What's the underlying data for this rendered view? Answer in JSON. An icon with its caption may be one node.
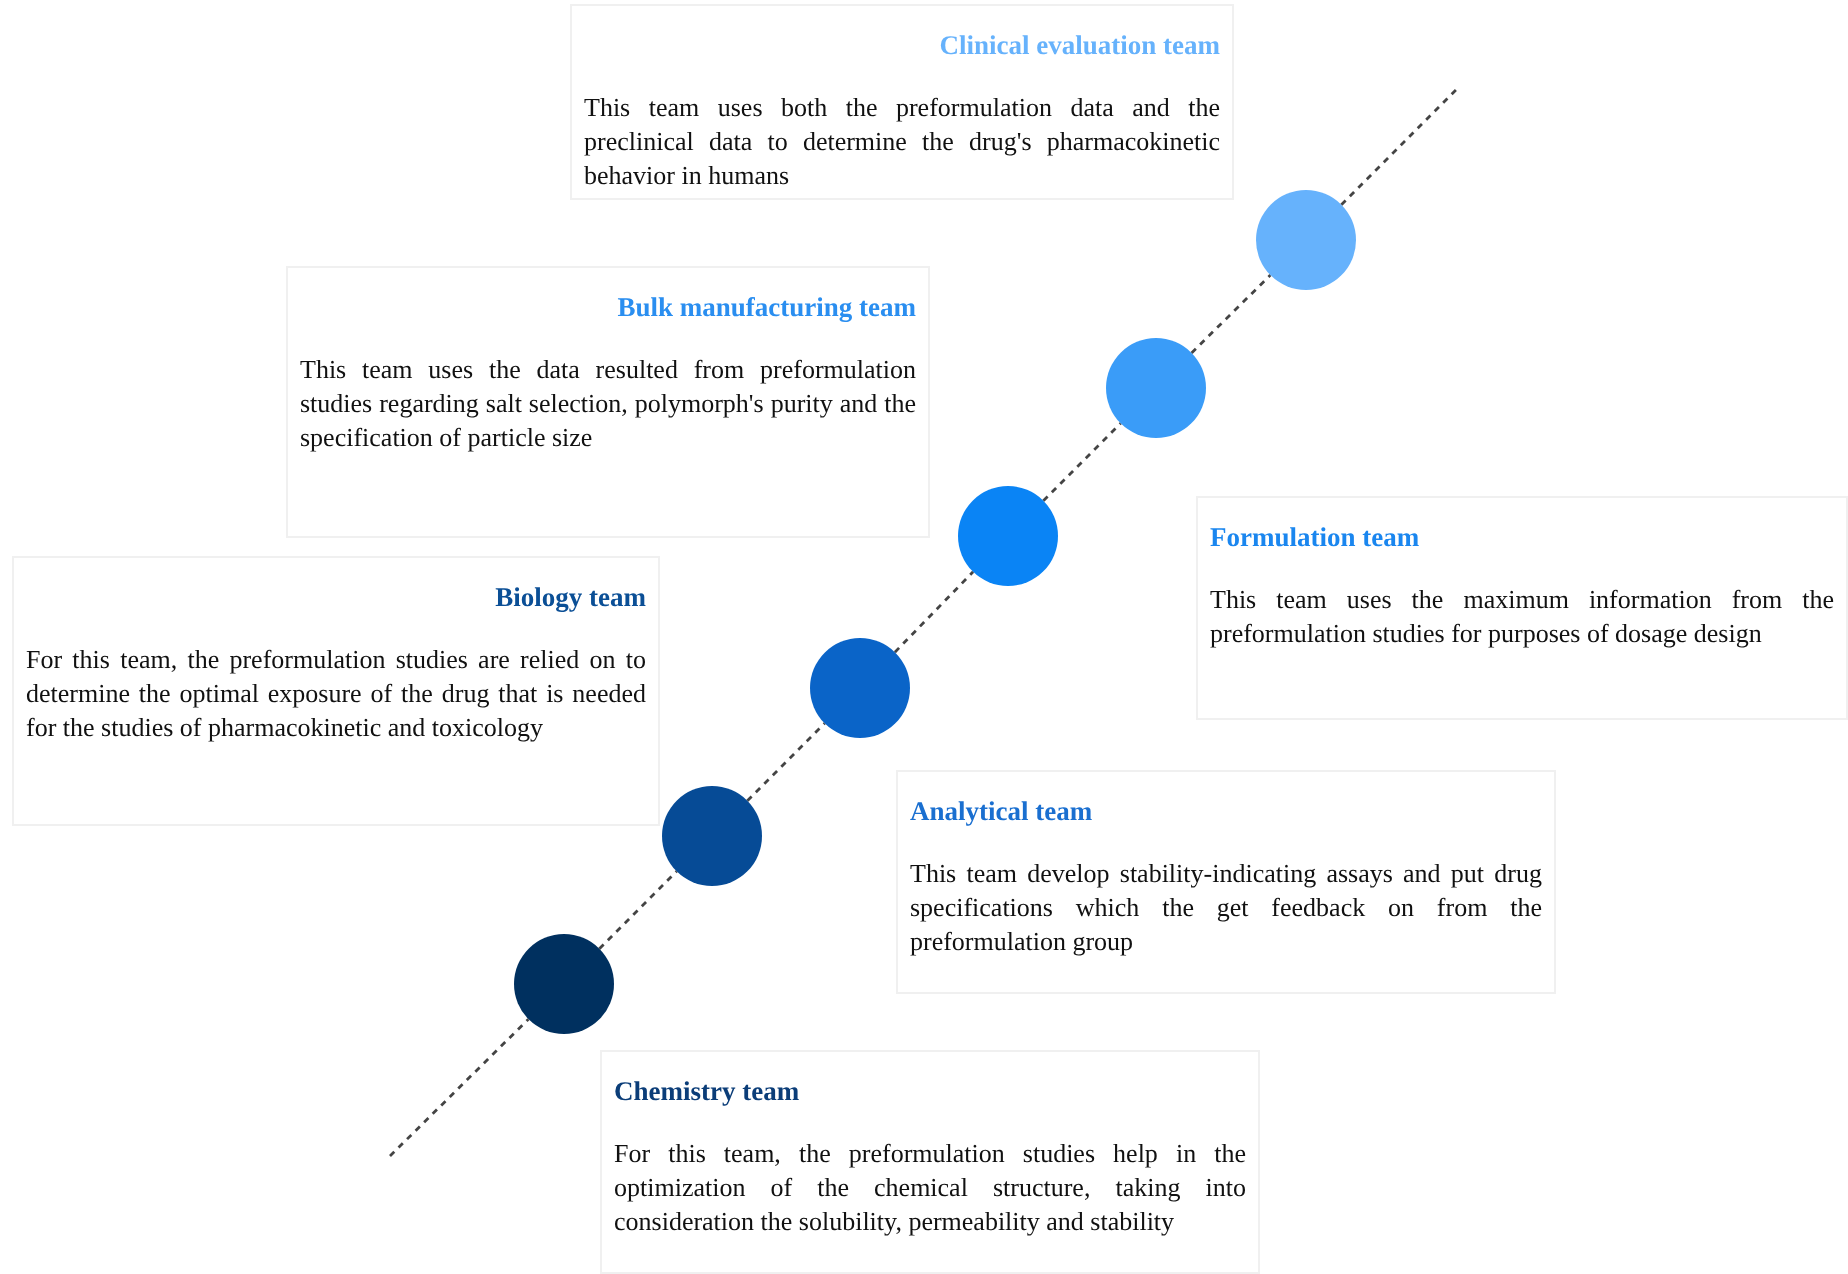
{
  "diagram": {
    "nodes": [
      {
        "text": [],
        "shape": "circle"
      },
      {
        "text": [],
        "shape": "circle"
      },
      {
        "text": [],
        "shape": "circle"
      },
      {
        "text": [],
        "shape": "circle"
      },
      {
        "text": [],
        "shape": "circle"
      },
      {
        "text": [],
        "shape": "circle"
      },
      {
        "text": [
          "Clinical evaluation team",
          "This team uses both the preformulation data and the preclinical data to determine the drug's pharmacokinetic behavior in humans"
        ]
      },
      {
        "text": [
          "Bulk manufacturing team",
          "This team uses the data resulted from preformulation studies regarding salt selection, polymorph's purity and the specification of particle size"
        ]
      },
      {
        "text": [
          "Formulation team",
          "This team uses the maximum information from the preformulation studies for purposes of dosage design"
        ]
      },
      {
        "text": [
          "Biology team",
          "For this team, the preformulation studies are relied on to determine the optimal exposure of the drug that is needed for the studies of pharmacokinetic and toxicology"
        ]
      },
      {
        "text": [
          "Analytical team",
          "This team develop stability-indicating assays and put drug specifications which the get feedback on from the preformulation group"
        ]
      },
      {
        "text": [
          "Chemistry team",
          "For this team, the preformulation studies help in the optimization of the chemical structure, taking into consideration the solubility, permeability and stability"
        ]
      }
    ],
    "edges": [
      {
        "from": null,
        "to": 0,
        "arrow": "none",
        "style": "dashed"
      },
      {
        "from": 0,
        "to": 1,
        "arrow": "none",
        "style": "dashed"
      },
      {
        "from": 1,
        "to": 2,
        "arrow": "none",
        "style": "dashed"
      },
      {
        "from": 2,
        "to": 3,
        "arrow": "none",
        "style": "dashed"
      },
      {
        "from": 3,
        "to": 4,
        "arrow": "none",
        "style": "dashed"
      },
      {
        "from": 4,
        "to": 5,
        "arrow": "none",
        "style": "dashed"
      },
      {
        "from": 5,
        "to": null,
        "arrow": "none",
        "style": "dashed"
      }
    ]
  }
}
